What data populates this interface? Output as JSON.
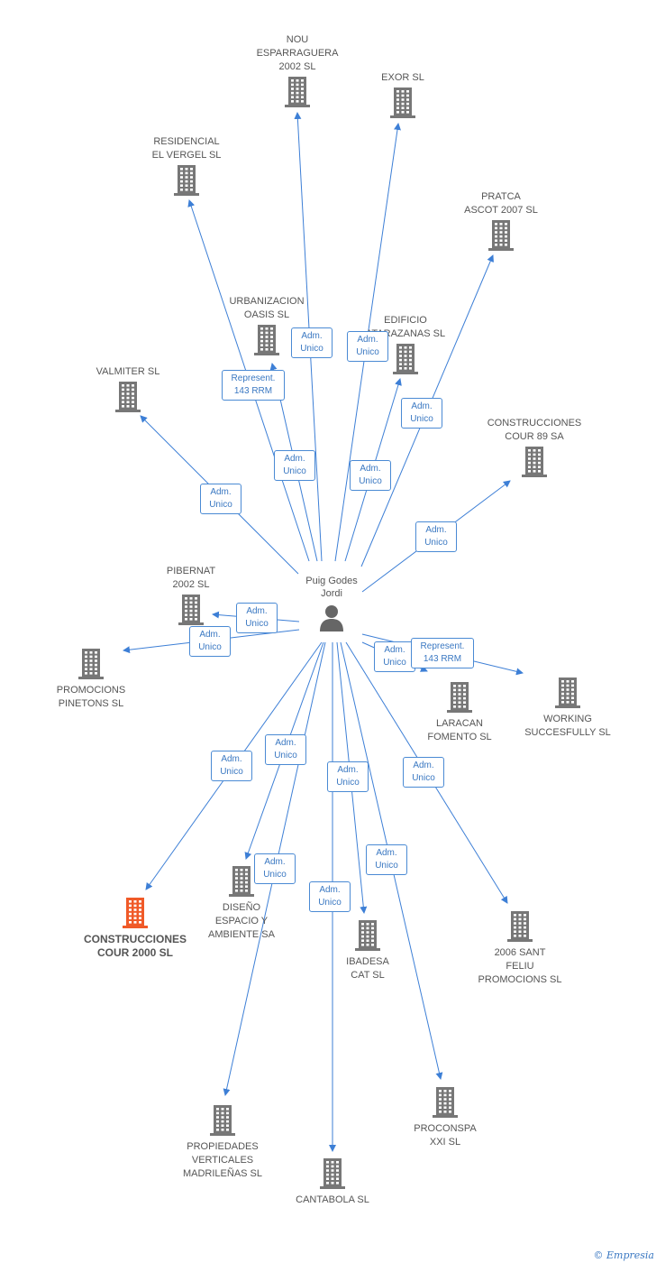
{
  "colors": {
    "edge": "#3d7fd6",
    "building": "#777777",
    "highlight": "#f05a28",
    "person": "#666666"
  },
  "center": {
    "name": "Puig Godes\nJordi",
    "icon": "person-icon"
  },
  "nodes": [
    {
      "id": "nou",
      "label": "NOU\nESPARRAGUERA\n2002 SL"
    },
    {
      "id": "exor",
      "label": "EXOR SL"
    },
    {
      "id": "residencial",
      "label": "RESIDENCIAL\nEL VERGEL SL"
    },
    {
      "id": "pratca",
      "label": "PRATCA\nASCOT 2007 SL"
    },
    {
      "id": "urbanizacion",
      "label": "URBANIZACION\nOASIS SL"
    },
    {
      "id": "edificio",
      "label": "EDIFICIO\nATARAZANAS SL"
    },
    {
      "id": "valmiter",
      "label": "VALMITER SL"
    },
    {
      "id": "cour89",
      "label": "CONSTRUCCIONES\nCOUR 89 SA"
    },
    {
      "id": "pibernat",
      "label": "PIBERNAT\n2002 SL"
    },
    {
      "id": "pinetons",
      "label": "PROMOCIONS\nPINETONS SL"
    },
    {
      "id": "laracan",
      "label": "LARACAN\nFOMENTO SL"
    },
    {
      "id": "working",
      "label": "WORKING\nSUCCESFULLY SL"
    },
    {
      "id": "cour2000",
      "label": "CONSTRUCCIONES\nCOUR 2000 SL",
      "highlight": true
    },
    {
      "id": "diseno",
      "label": "DISEÑO\nESPACIO Y\nAMBIENTE SA"
    },
    {
      "id": "ibadesa",
      "label": "IBADESA\nCAT SL"
    },
    {
      "id": "santfeliu",
      "label": "2006 SANT\nFELIU\nPROMOCIONS SL"
    },
    {
      "id": "propiedades",
      "label": "PROPIEDADES\nVERTICALES\nMADRILEÑAS SL"
    },
    {
      "id": "proconspa",
      "label": "PROCONSPA\nXXI SL"
    },
    {
      "id": "cantabola",
      "label": "CANTABOLA SL"
    }
  ],
  "edges": [
    {
      "to": "nou",
      "label": "Adm.\nUnico"
    },
    {
      "to": "exor",
      "label": "Adm.\nUnico"
    },
    {
      "to": "residencial",
      "label": "Represent.\n143 RRM"
    },
    {
      "to": "pratca",
      "label": "Adm.\nUnico"
    },
    {
      "to": "urbanizacion",
      "label": "Adm.\nUnico"
    },
    {
      "to": "edificio",
      "label": "Adm.\nUnico"
    },
    {
      "to": "valmiter",
      "label": "Adm.\nUnico"
    },
    {
      "to": "cour89",
      "label": "Adm.\nUnico"
    },
    {
      "to": "pibernat",
      "label": "Adm.\nUnico"
    },
    {
      "to": "pinetons",
      "label": "Adm.\nUnico"
    },
    {
      "to": "laracan",
      "label": "Adm.\nUnico"
    },
    {
      "to": "working",
      "label": "Represent.\n143 RRM"
    },
    {
      "to": "cour2000",
      "label": "Adm.\nUnico"
    },
    {
      "to": "diseno",
      "label": "Adm.\nUnico"
    },
    {
      "to": "propiedades",
      "label": "Adm.\nUnico"
    },
    {
      "to": "ibadesa",
      "label": "Adm.\nUnico"
    },
    {
      "to": "santfeliu",
      "label": "Adm.\nUnico"
    },
    {
      "to": "cantabola",
      "label": "Adm.\nUnico"
    },
    {
      "to": "proconspa",
      "label": "Adm.\nUnico"
    }
  ],
  "footer": {
    "copyright": "©",
    "brand": "Empresia"
  }
}
